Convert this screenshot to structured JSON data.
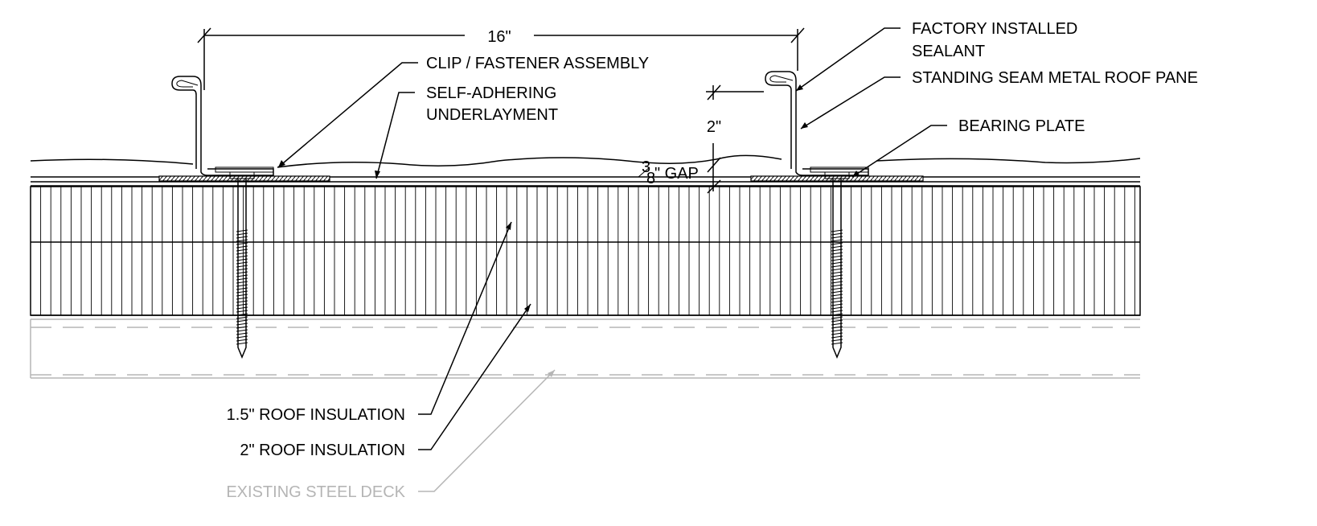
{
  "dimensions": {
    "panel_width": "16\"",
    "seam_height": "2\"",
    "gap_fraction_num": "3",
    "gap_fraction_den": "8",
    "gap_suffix": "\" GAP"
  },
  "labels": {
    "clip": "CLIP / FASTENER ASSEMBLY",
    "underlayment_1": "SELF-ADHERING",
    "underlayment_2": "UNDERLAYMENT",
    "sealant_1": "FACTORY INSTALLED",
    "sealant_2": "SEALANT",
    "panel": "STANDING SEAM METAL ROOF PANE",
    "bearing_plate": "BEARING PLATE",
    "insulation_upper": "1.5\" ROOF INSULATION",
    "insulation_lower": "2\" ROOF INSULATION",
    "steel_deck": "EXISTING STEEL DECK"
  },
  "colors": {
    "linework": "#000000",
    "existing": "#b5b5b5",
    "background": "#ffffff"
  }
}
